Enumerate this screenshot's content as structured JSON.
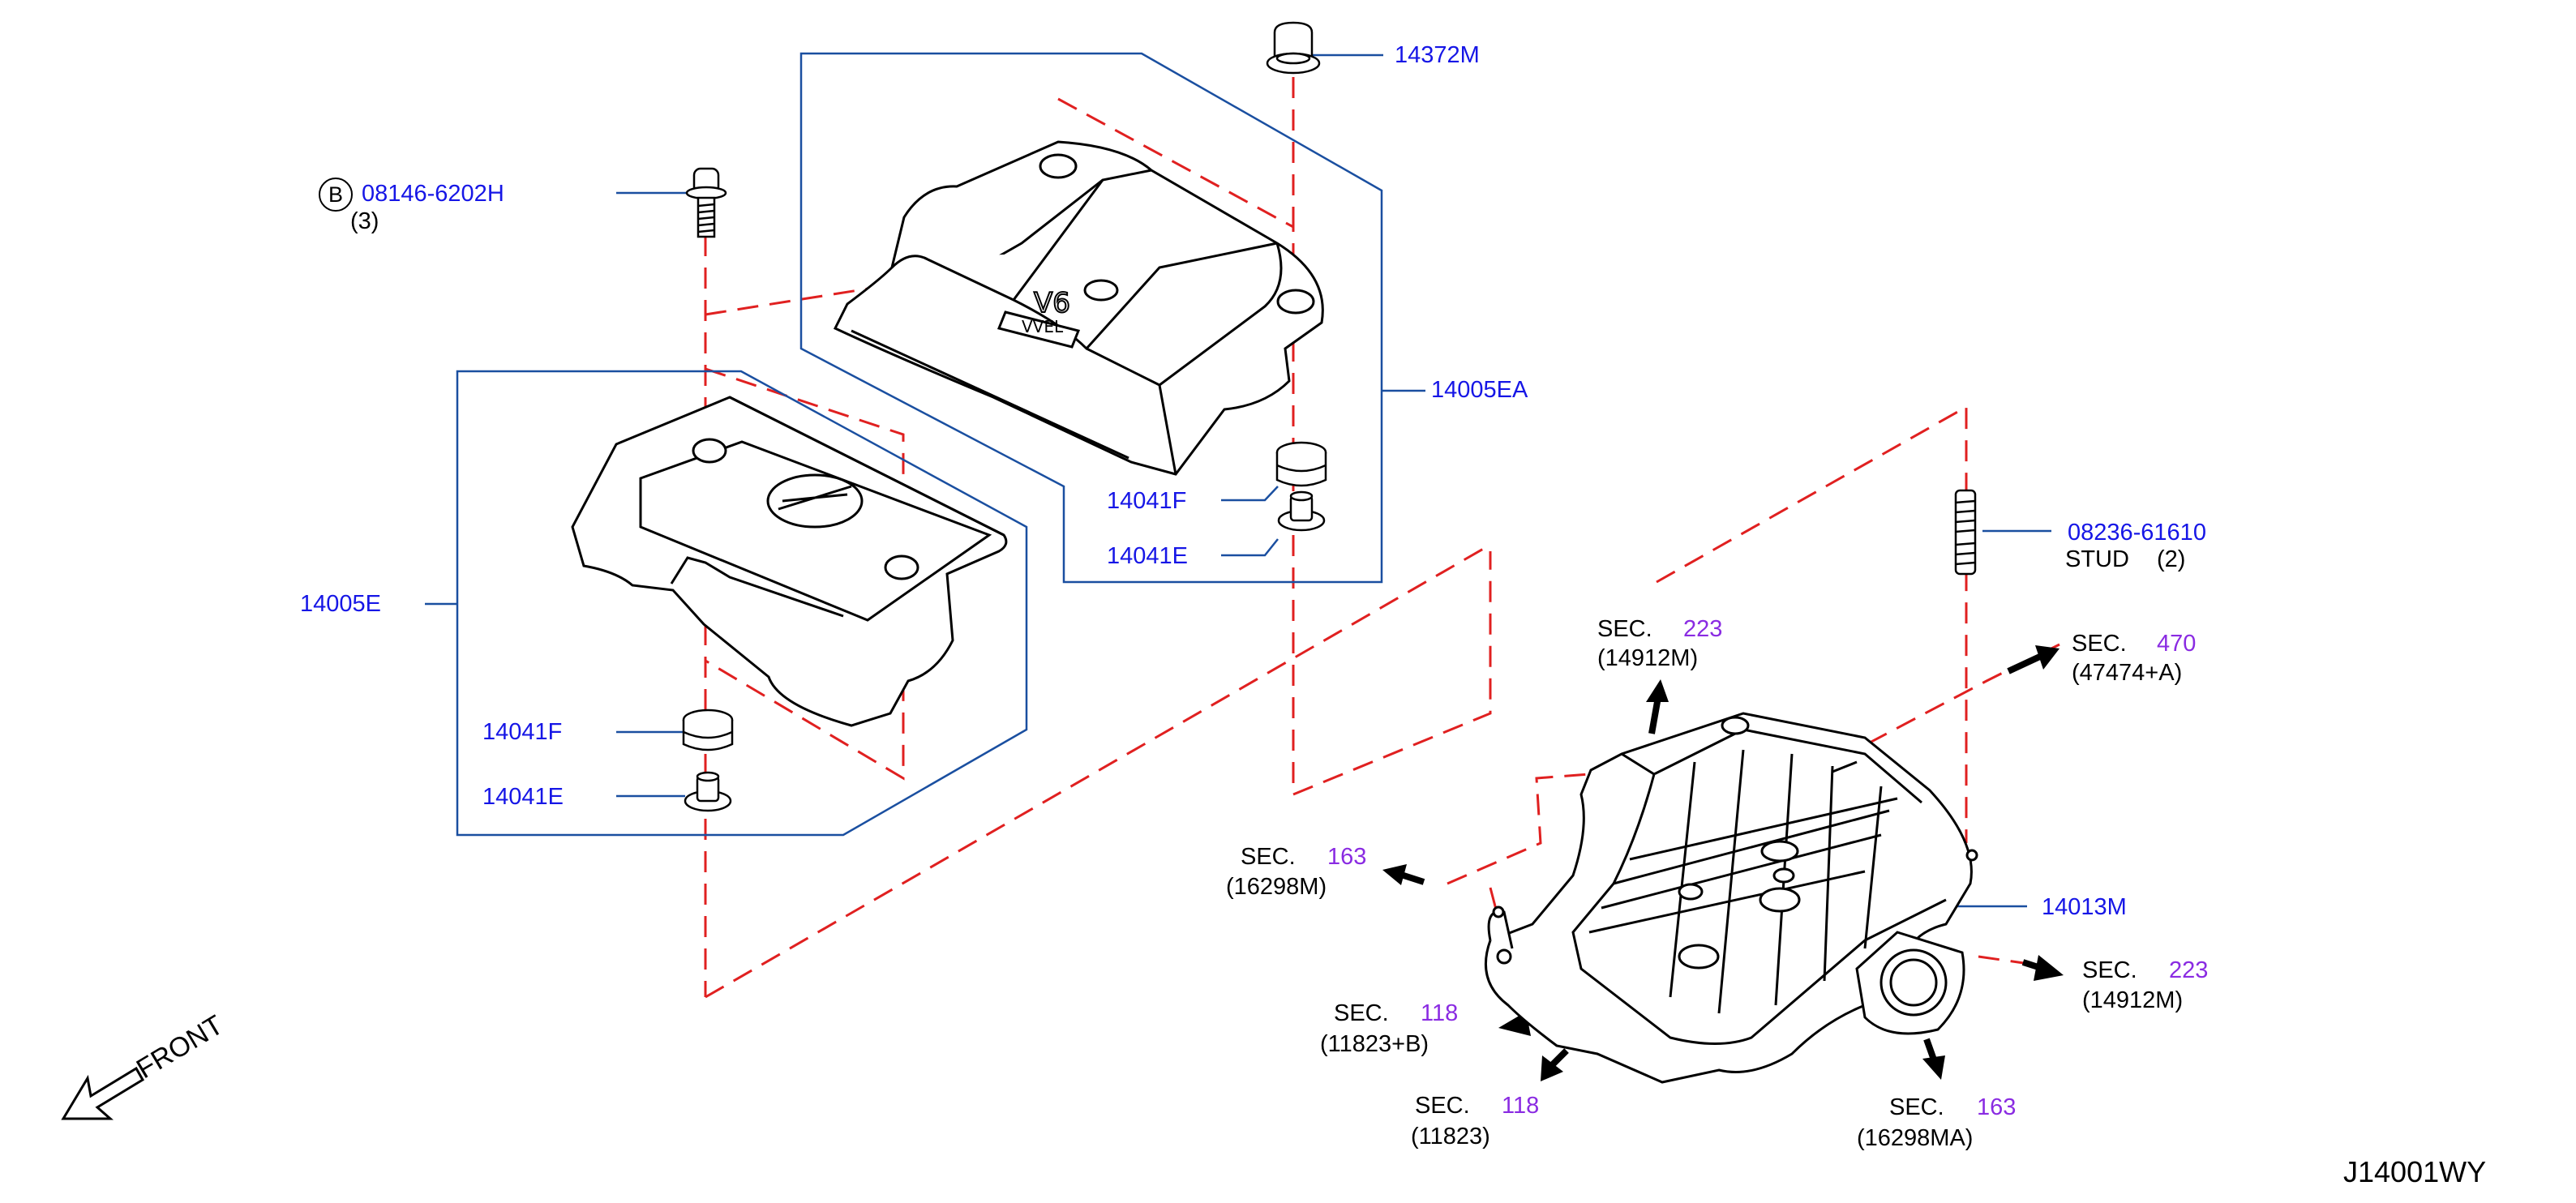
{
  "diagram_code": "J14001WY",
  "front_label": "FRONT",
  "callouts": {
    "bolt": {
      "badge": "B",
      "part": "08146-6202H",
      "qty": "(3)"
    },
    "grommet_top": {
      "part": "14372M"
    },
    "cover_upper": {
      "part": "14005EA"
    },
    "cover_lower": {
      "part": "14005E"
    },
    "ins_upper_f": {
      "part": "14041F"
    },
    "ins_upper_e": {
      "part": "14041E"
    },
    "ins_lower_f": {
      "part": "14041F"
    },
    "ins_lower_e": {
      "part": "14041E"
    },
    "stud": {
      "part": "08236-61610",
      "desc": "STUD",
      "qty": "(2)"
    },
    "manifold": {
      "part": "14013M"
    }
  },
  "section_refs": [
    {
      "sec": "SEC.",
      "num": "223",
      "ref": "(14912M)"
    },
    {
      "sec": "SEC.",
      "num": "470",
      "ref": "(47474+A)"
    },
    {
      "sec": "SEC.",
      "num": "163",
      "ref": "(16298M)"
    },
    {
      "sec": "SEC.",
      "num": "223",
      "ref": "(14912M)"
    },
    {
      "sec": "SEC.",
      "num": "118",
      "ref": "(11823+B)"
    },
    {
      "sec": "SEC.",
      "num": "118",
      "ref": "(11823)"
    },
    {
      "sec": "SEC.",
      "num": "163",
      "ref": "(16298MA)"
    }
  ],
  "colors": {
    "leader": "#1a4fa0",
    "dashed": "#e02020",
    "part_text": "#1616e6",
    "sec_num": "#8a2be2",
    "line_art": "#000000"
  }
}
